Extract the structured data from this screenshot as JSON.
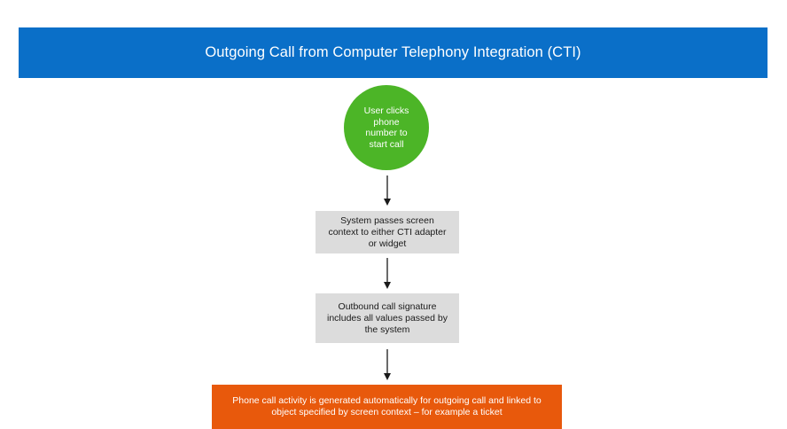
{
  "header": {
    "title": "Outgoing Call from Computer Telephony Integration (CTI)"
  },
  "flow": {
    "start": "User clicks phone number to start call",
    "steps": [
      "System passes screen context to either CTI adapter or widget",
      "Outbound call signature includes all values passed by the system"
    ],
    "result": "Phone call activity is generated automatically for outgoing call and linked  to object specified by screen context – for example a ticket"
  },
  "colors": {
    "header": "#0a6fc8",
    "start": "#4cb527",
    "step": "#dcdcdc",
    "result": "#e8590c"
  }
}
